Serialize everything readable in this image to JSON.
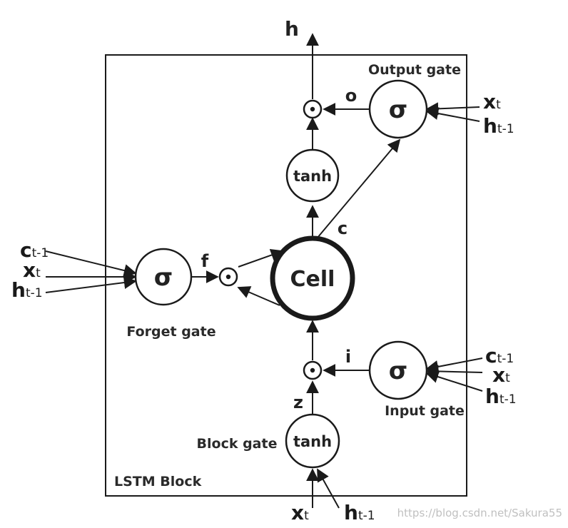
{
  "diagram": {
    "output_label": "h",
    "block_label": "LSTM Block",
    "gates": {
      "output": {
        "caption": "Output gate",
        "symbol": "σ",
        "signal": "o"
      },
      "forget": {
        "caption": "Forget gate",
        "symbol": "σ",
        "signal": "f"
      },
      "input": {
        "caption": "Input gate",
        "symbol": "σ",
        "signal": "i"
      },
      "block": {
        "caption": "Block gate",
        "symbol": "tanh",
        "signal": "z"
      }
    },
    "output_tanh": "tanh",
    "cell": {
      "label": "Cell",
      "signal": "c"
    },
    "multiply_symbol": "⊙",
    "inputs": {
      "x": {
        "main": "x",
        "sub": "t"
      },
      "h_prev": {
        "main": "h",
        "sub": "t-1"
      },
      "c_prev": {
        "main": "c",
        "sub": "t-1"
      }
    },
    "watermark": "https://blog.csdn.net/Sakura55"
  }
}
